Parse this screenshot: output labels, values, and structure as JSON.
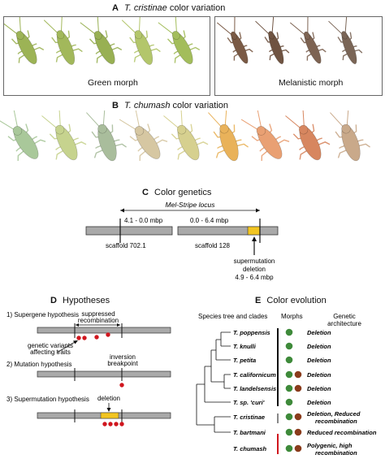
{
  "panelA": {
    "letter": "A",
    "species": "T. cristinae",
    "suffix": "color variation",
    "green_label": "Green morph",
    "melanistic_label": "Melanistic morph",
    "green_colors": [
      "#9cb355",
      "#a2b85b",
      "#98b053",
      "#b3c66b",
      "#a3bd5b"
    ],
    "melanistic_colors": [
      "#7a5a45",
      "#6f5341",
      "#7d6352",
      "#7a6556"
    ]
  },
  "panelB": {
    "letter": "B",
    "species": "T. chumash",
    "suffix": "color variation",
    "colors": [
      "#a9c89a",
      "#c6d38e",
      "#a9bd9c",
      "#d6c7a2",
      "#d6d08f",
      "#e9b25a",
      "#e9a073",
      "#d7865f",
      "#c9a98a"
    ]
  },
  "panelC": {
    "letter": "C",
    "title": "Color genetics",
    "locus": "Mel-Stripe locus",
    "left_range": "4.1 - 0.0 mbp",
    "right_range": "0.0 - 6.4 mbp",
    "left_scaffold": "scaffold 702.1",
    "right_scaffold": "scaffold 128",
    "deletion_line1": "supermutation",
    "deletion_line2": "deletion",
    "deletion_range": "4.9 - 6.4 mbp",
    "highlight_color": "#f2c521"
  },
  "panelD": {
    "letter": "D",
    "title": "Hypotheses",
    "h1": "1) Supergene hypothesis",
    "h1_note1": "suppressed",
    "h1_note2": "recombination",
    "h1_variants1": "genetic variants",
    "h1_variants2": "affecting traits",
    "h2": "2) Mutation hypothesis",
    "h2_note1": "inversion",
    "h2_note2": "breakpoint",
    "h3": "3) Supermutation hypothesis",
    "h3_note": "deletion",
    "dot_color": "#d0161e"
  },
  "panelE": {
    "letter": "E",
    "title": "Color evolution",
    "col_tree": "Species tree and clades",
    "col_morphs": "Morphs",
    "col_arch1": "Genetic",
    "col_arch2": "architecture",
    "green_color": "#3e8a3a",
    "brown_color": "#8a3c1c",
    "species": [
      {
        "name": "T. poppensis",
        "brown": false,
        "arch1": "Deletion",
        "arch2": ""
      },
      {
        "name": "T. knulli",
        "brown": false,
        "arch1": "Deletion",
        "arch2": ""
      },
      {
        "name": "T. petita",
        "brown": false,
        "arch1": "Deletion",
        "arch2": ""
      },
      {
        "name": "T. californicum",
        "brown": true,
        "arch1": "Deletion",
        "arch2": ""
      },
      {
        "name": "T. landelsensis",
        "brown": true,
        "arch1": "Deletion",
        "arch2": ""
      },
      {
        "name": "T. sp. 'curi'",
        "brown": false,
        "arch1": "Deletion",
        "arch2": ""
      },
      {
        "name": "T. cristinae",
        "brown": true,
        "arch1": "Deletion, Reduced",
        "arch2": "recombination"
      },
      {
        "name": "T. bartmani",
        "brown": true,
        "arch1": "Reduced recombination",
        "arch2": ""
      },
      {
        "name": "T. chumash",
        "brown": true,
        "arch1": "Polygenic, high",
        "arch2": "recombination"
      }
    ]
  }
}
